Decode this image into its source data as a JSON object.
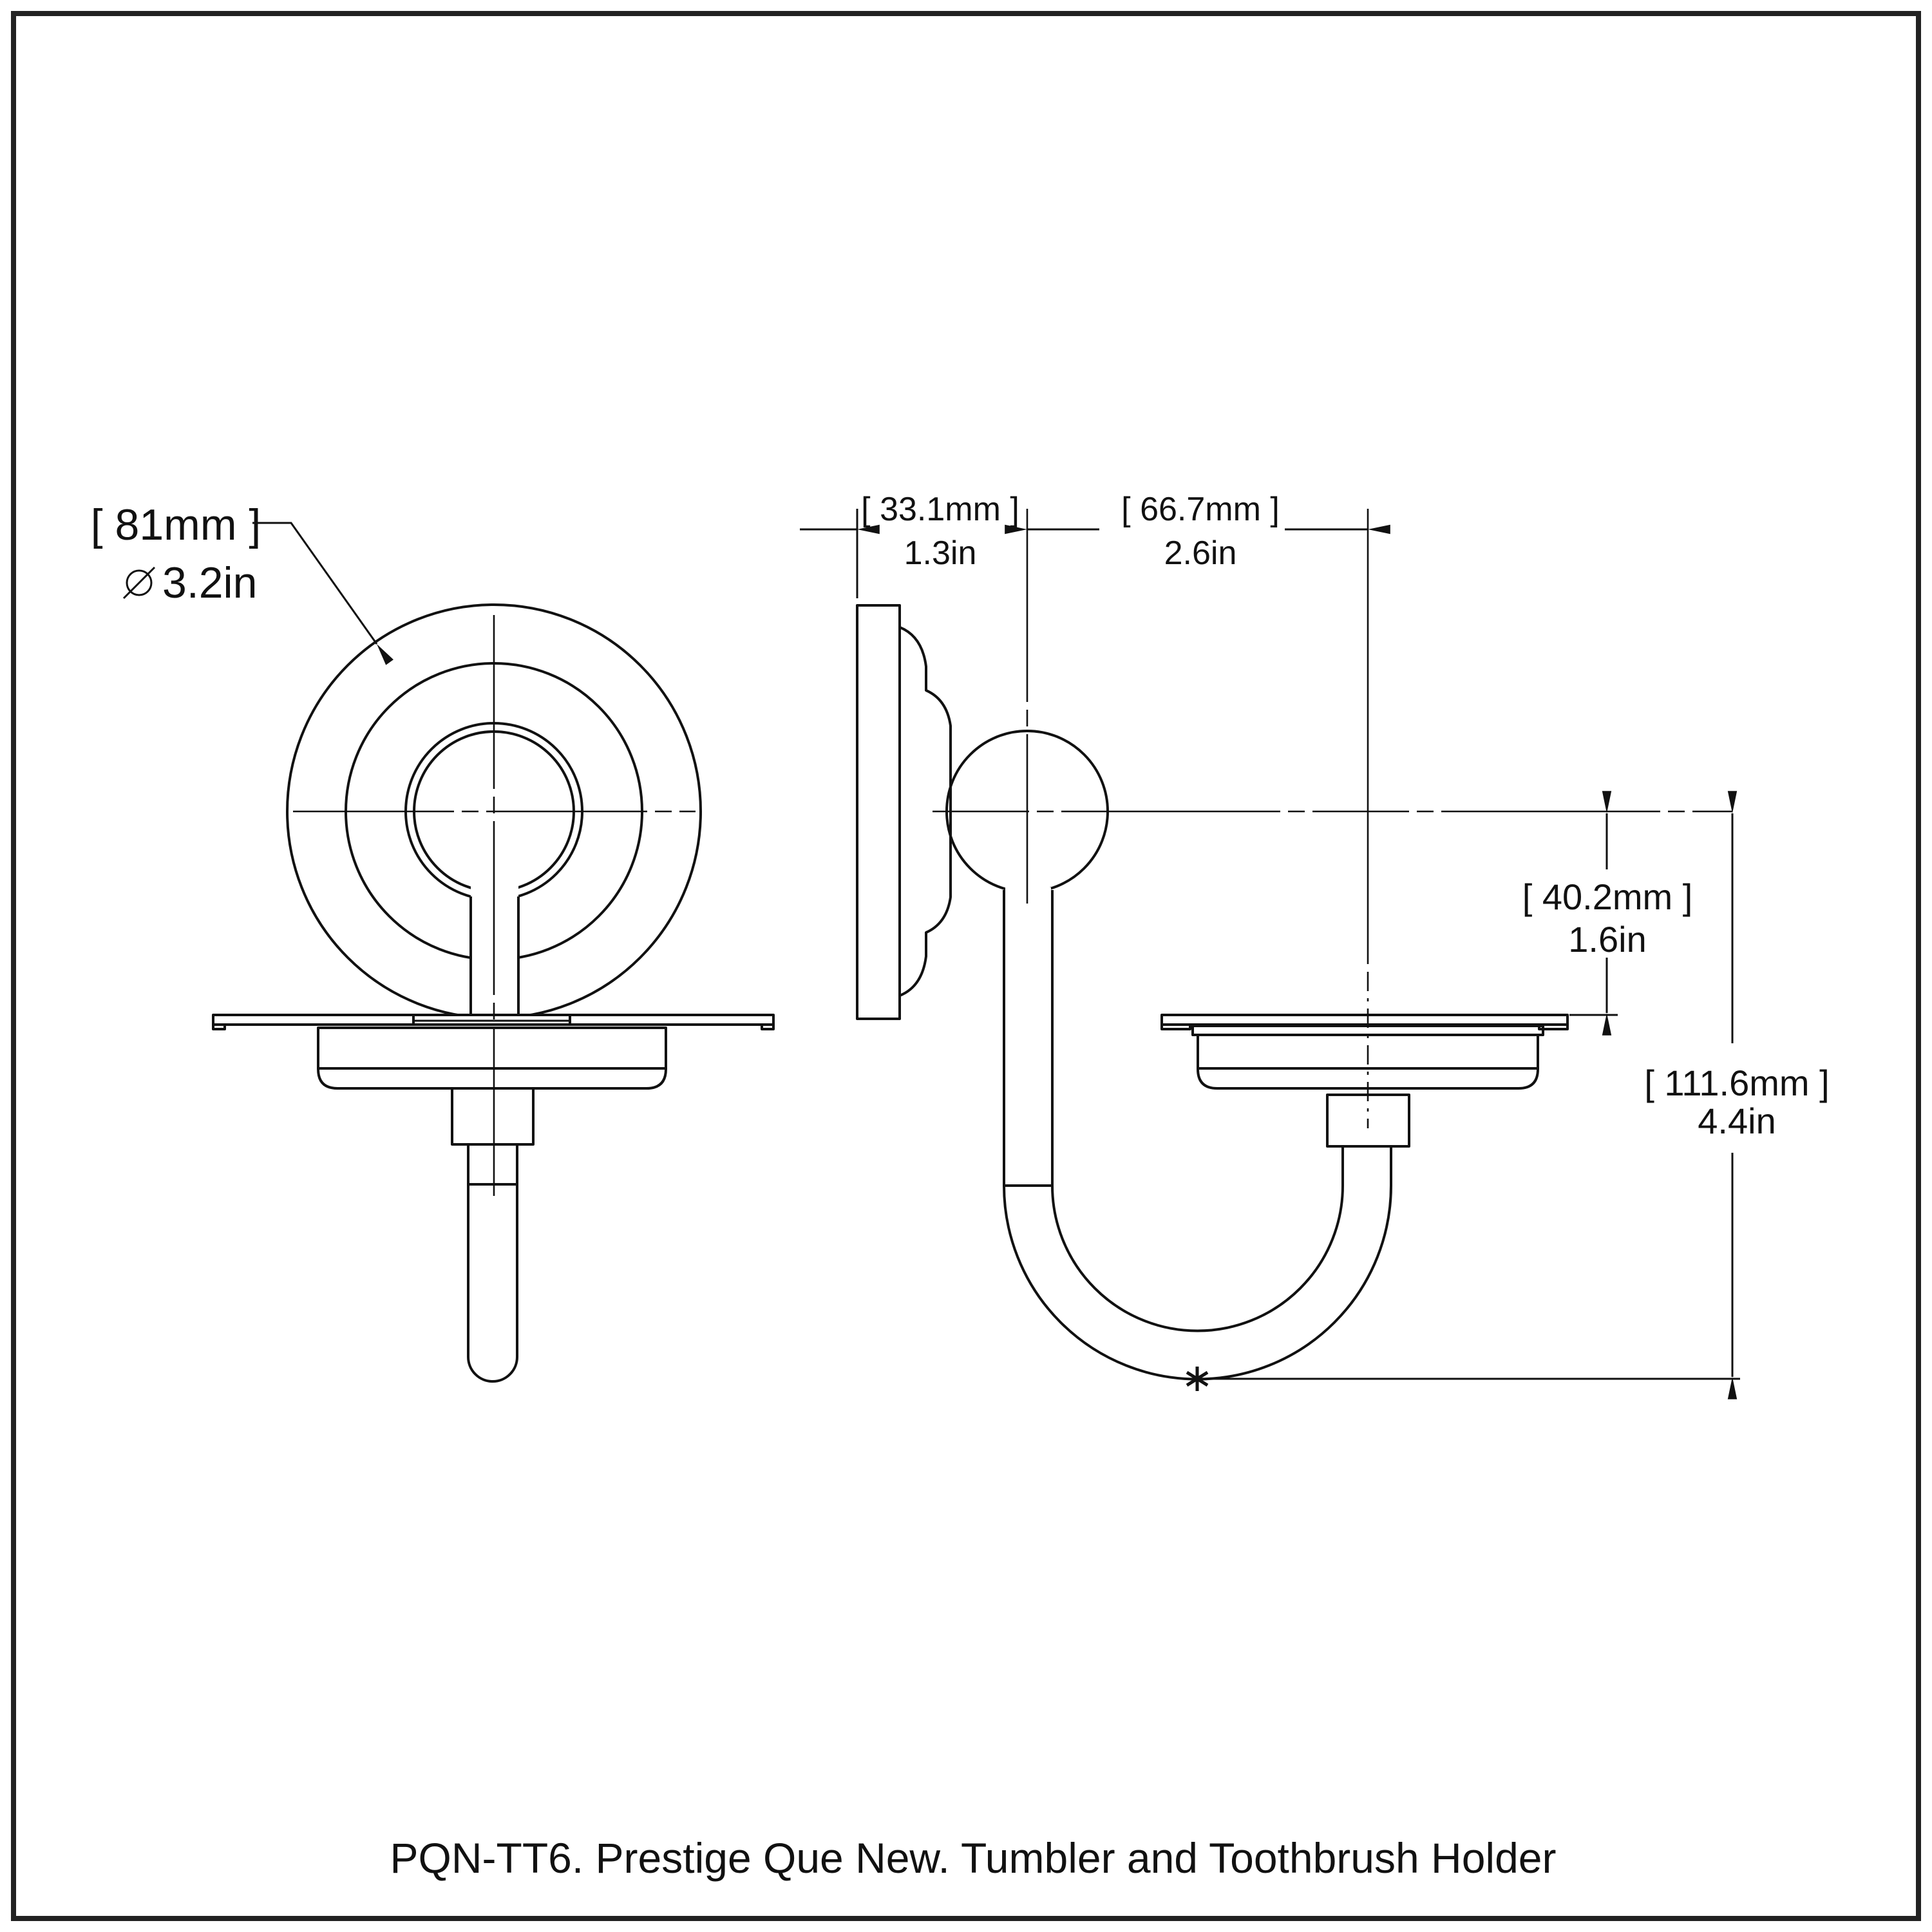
{
  "caption": "PQN-TT6. Prestige Que New. Tumbler and Toothbrush Holder",
  "dimensions": {
    "backplate_diameter": {
      "metric": "[ 81mm ]",
      "imperial": "3.2in"
    },
    "wall_to_ball_center": {
      "metric": "[ 33.1mm ]",
      "imperial": "1.3in"
    },
    "ball_center_to_holder_center": {
      "metric": "[ 66.7mm ]",
      "imperial": "2.6in"
    },
    "center_to_tray_drop": {
      "metric": "[ 40.2mm ]",
      "imperial": "1.6in"
    },
    "overall_drop_height": {
      "metric": "[ 111.6mm ]",
      "imperial": "4.4in"
    }
  }
}
